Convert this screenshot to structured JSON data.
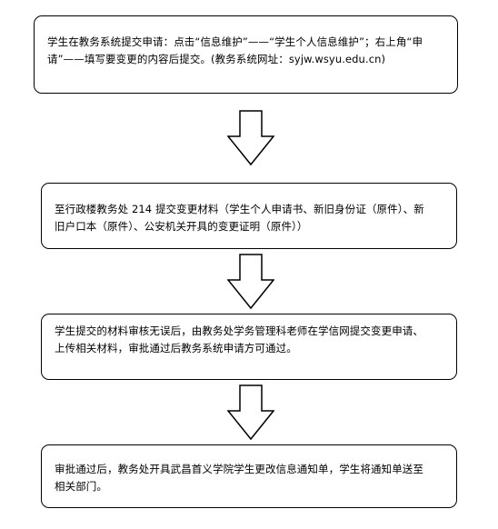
{
  "steps": [
    {
      "line1": "学生在教务系统提交申请：点击“信息维护”——“学生个人信息维护”；右上角“申",
      "line2": "请”——填写要变更的内容后提交。(教务系统网址：syjw.wsyu.edu.cn)"
    },
    {
      "line1": "至行政楼教务处 214 提交变更材料（学生个人申请书、新旧身份证（原件）、新",
      "line2": "旧户口本（原件）、公安机关开具的变更证明（原件））"
    },
    {
      "line1": "学生提交的材料审核无误后，由教务处学务管理科老师在学信网提交变更申请、",
      "line2": "上传相关材料，审批通过后教务系统申请方可通过。"
    },
    {
      "line1": "审批通过后，教务处开具武昌首义学院学生更改信息通知单，学生将通知单送至",
      "line2": "相关部门。"
    }
  ],
  "colors": {
    "stroke": "#000000",
    "fill": "#ffffff"
  },
  "arrow_icon": "down-arrow-icon"
}
